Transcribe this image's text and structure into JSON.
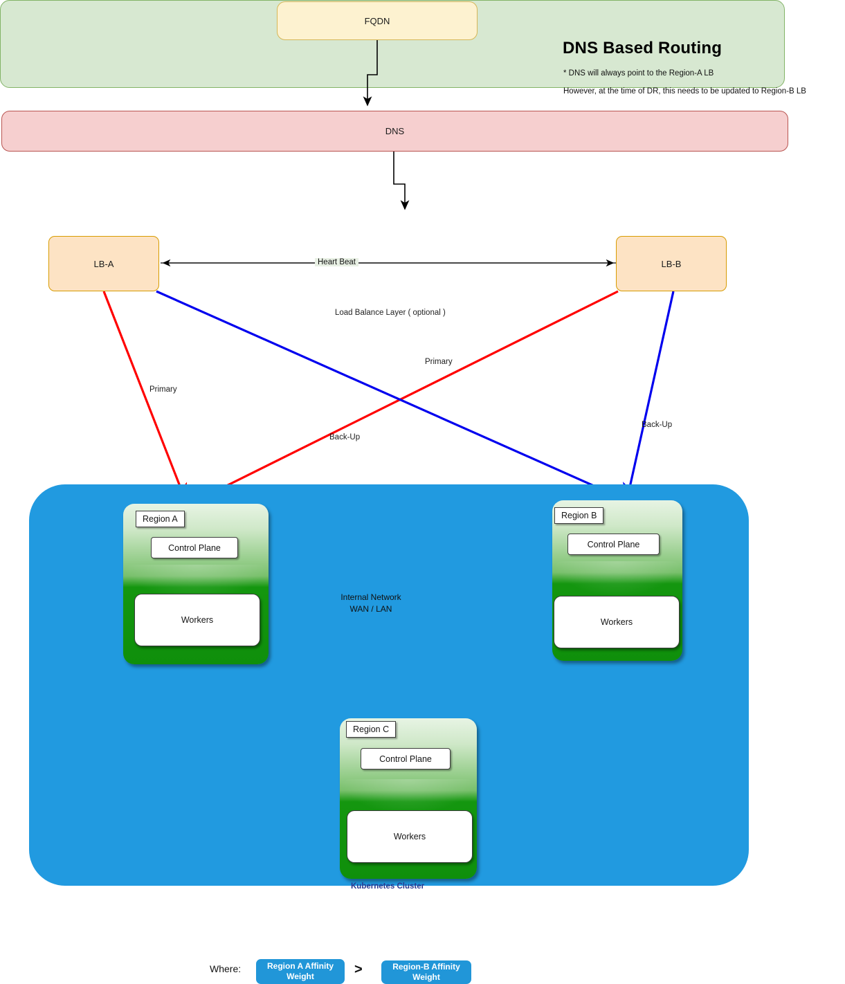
{
  "header": {
    "title": "DNS Based Routing",
    "note1": "* DNS will always point to the Region-A  LB",
    "note2": "However, at the time of DR, this needs to be updated to Region-B LB"
  },
  "nodes": {
    "fqdn": "FQDN",
    "dns": "DNS",
    "lb_a": "LB-A",
    "lb_b": "LB-B",
    "lb_layer_caption": "Load Balance Layer ( optional )",
    "k8s_caption": "Kubernetes Cluster"
  },
  "regions": [
    {
      "tag": "Region A",
      "control_plane": "Control Plane",
      "workers": "Workers"
    },
    {
      "tag": "Region B",
      "control_plane": "Control Plane",
      "workers": "Workers"
    },
    {
      "tag": "Region C",
      "control_plane": "Control Plane",
      "workers": "Workers"
    }
  ],
  "network": {
    "line1": "Internal Network",
    "line2": "WAN / LAN"
  },
  "edges": {
    "heart_beat": "Heart  Beat",
    "primary_a": "Primary",
    "primary_b": "Primary",
    "backup_a": "Back-Up",
    "backup_b": "Back-Up"
  },
  "legend": {
    "where": "Where:",
    "chip_a": "Region A Affinity Weight",
    "operator": ">",
    "chip_b": "Region-B  Affinity Weight"
  },
  "colors": {
    "fqdn_fill": "#fdf2d0",
    "fqdn_stroke": "#d6b656",
    "dns_fill": "#f6cfcf",
    "dns_stroke": "#b85450",
    "lb_layer_fill": "#d7e8d1",
    "lb_layer_stroke": "#82b366",
    "lb_fill": "#fde3c4",
    "lb_stroke": "#d79b00",
    "cluster_fill": "#219ae0",
    "region_green": "#0f8f0b",
    "primary_edge": "#ff0000",
    "backup_edge": "#0000ee",
    "network_circle": "#22dd22",
    "chip_fill": "#2196d8",
    "cluster_caption": "#2b3a8f"
  }
}
